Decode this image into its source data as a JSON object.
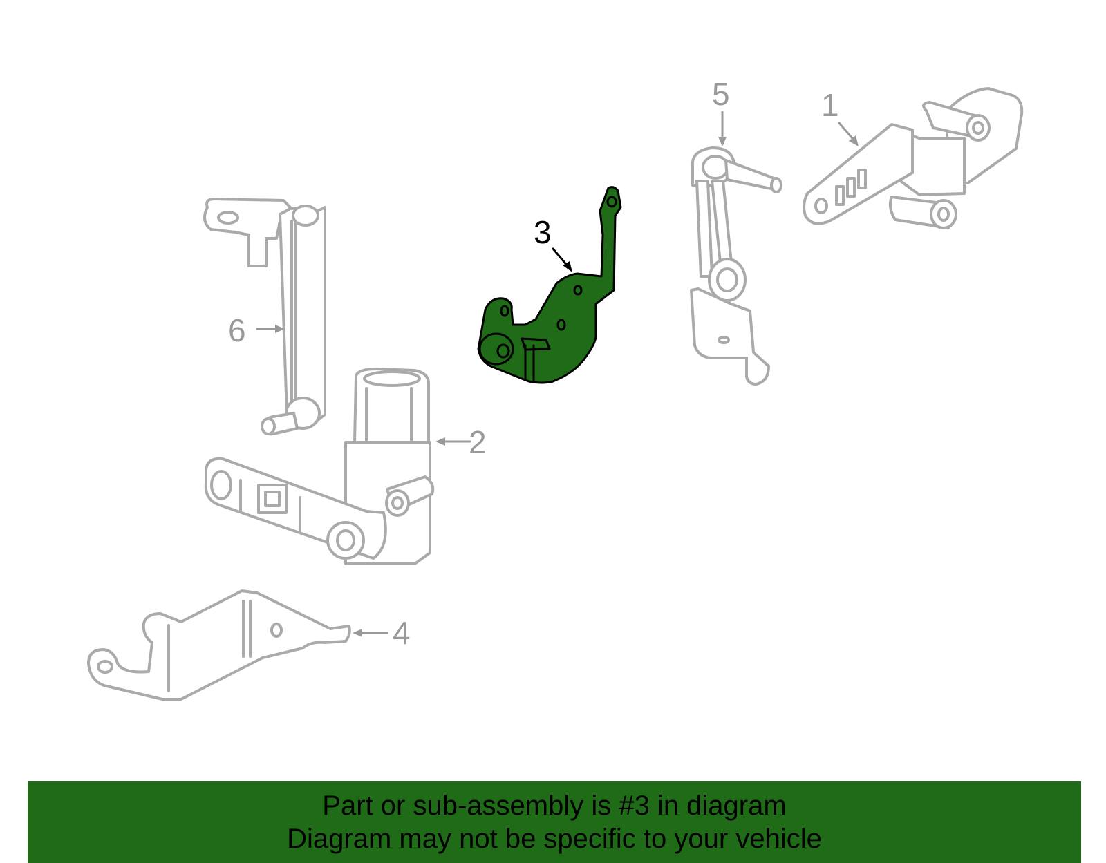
{
  "callouts": {
    "part1": "1",
    "part2": "2",
    "part3": "3",
    "part4": "4",
    "part5": "5",
    "part6": "6"
  },
  "banner": {
    "line1": "Part or sub-assembly is #3 in diagram",
    "line2": "Diagram may not be specific to your vehicle"
  },
  "colors": {
    "highlight_fill": "#1f6b18",
    "banner_bg": "#1f6b18",
    "outline_gray": "#aaaaaa",
    "callout_gray": "#999999",
    "highlight_text": "#000000"
  }
}
